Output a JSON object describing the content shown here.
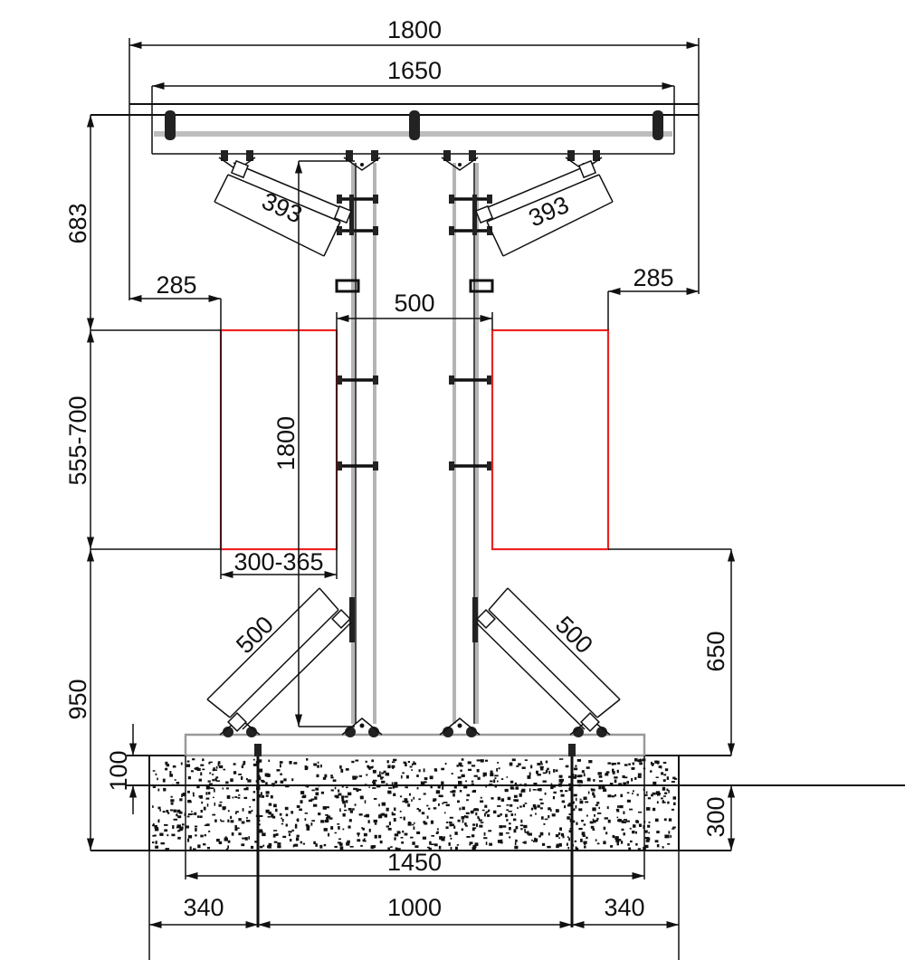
{
  "drawing": {
    "dimensions": {
      "overall_width": "1800",
      "beam_width": "1650",
      "left_offset": "285",
      "right_offset": "285",
      "brace_top_left": "393",
      "brace_top_right": "393",
      "post_gap": "500",
      "post_height": "1800",
      "top_height": "683",
      "panel_height": "555-700",
      "panel_width": "300-365",
      "bottom_height": "950",
      "panel_bottom_height": "650",
      "brace_bottom_left": "500",
      "brace_bottom_right": "500",
      "plate_thickness": "100",
      "foundation_depth": "300",
      "base_width": "1450",
      "foundation_left": "340",
      "anchor_spacing": "1000",
      "foundation_right": "340"
    },
    "colors": {
      "line": "#111111",
      "panel_outline": "#ee2222",
      "steel": "#b5b5b5"
    }
  }
}
